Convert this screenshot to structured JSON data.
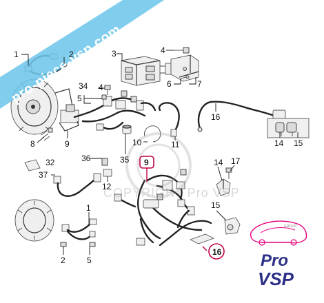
{
  "watermark": {
    "banner": "pro-piece-vsp.com",
    "copyright": "COPYRIGHT Pro VSP"
  },
  "brand": {
    "name_top": "Pro",
    "name_bottom": "VSP",
    "tag": "GROUP",
    "color_dark": "#2b2f86",
    "color_accent": "#e6007e"
  },
  "colors": {
    "banner": "#6ec6ea",
    "highlight": "#c0004a"
  },
  "callouts": [
    {
      "id": "c1a",
      "label": "1"
    },
    {
      "id": "c2a",
      "label": "2"
    },
    {
      "id": "c3",
      "label": "3"
    },
    {
      "id": "c4a",
      "label": "4"
    },
    {
      "id": "c34",
      "label": "34"
    },
    {
      "id": "c4b",
      "label": "4"
    },
    {
      "id": "c5a",
      "label": "5"
    },
    {
      "id": "c6",
      "label": "6"
    },
    {
      "id": "c7",
      "label": "7"
    },
    {
      "id": "c8",
      "label": "8"
    },
    {
      "id": "c9a",
      "label": "9"
    },
    {
      "id": "c10",
      "label": "10"
    },
    {
      "id": "c11",
      "label": "11"
    },
    {
      "id": "c16a",
      "label": "16"
    },
    {
      "id": "c14a",
      "label": "14"
    },
    {
      "id": "c15a",
      "label": "15"
    },
    {
      "id": "c35",
      "label": "35"
    },
    {
      "id": "c32",
      "label": "32"
    },
    {
      "id": "c36",
      "label": "36"
    },
    {
      "id": "c37",
      "label": "37"
    },
    {
      "id": "c12",
      "label": "12"
    },
    {
      "id": "c9b",
      "label": "9"
    },
    {
      "id": "c14b",
      "label": "14"
    },
    {
      "id": "c17",
      "label": "17"
    },
    {
      "id": "c15b",
      "label": "15"
    },
    {
      "id": "c1b",
      "label": "1"
    },
    {
      "id": "c2b",
      "label": "2"
    },
    {
      "id": "c5b",
      "label": "5"
    },
    {
      "id": "c16b",
      "label": "16"
    }
  ]
}
